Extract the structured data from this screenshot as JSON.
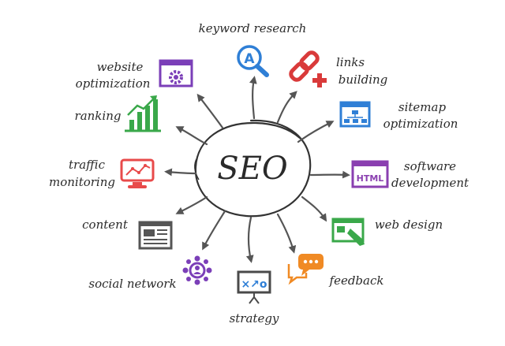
{
  "center": {
    "label": "SEO"
  },
  "nodes": {
    "keyword_research": {
      "label": "keyword research",
      "icon": "magnifier-letter-icon",
      "icon_letter": "A",
      "color": "#2f7fd6"
    },
    "links_building": {
      "label_lines": [
        "links",
        "building"
      ],
      "icon": "chain-link-plus-icon",
      "color": "#d93a3a"
    },
    "sitemap_optimization": {
      "label_lines": [
        "sitemap",
        "optimization"
      ],
      "icon": "sitemap-icon",
      "color": "#2f7fd6"
    },
    "software_development": {
      "label_lines": [
        "software",
        "development"
      ],
      "icon": "html-window-icon",
      "icon_text": "HTML",
      "color": "#8a3fb0"
    },
    "web_design": {
      "label": "web design",
      "icon": "design-pencil-icon",
      "color": "#3aa84a"
    },
    "feedback": {
      "label": "feedback",
      "icon": "chat-bubble-icon",
      "color": "#f08a24"
    },
    "strategy": {
      "label": "strategy",
      "icon": "strategy-board-icon",
      "color": "#4a4a4a"
    },
    "social_network": {
      "label": "social network",
      "icon": "network-people-icon",
      "color": "#7b3fb8"
    },
    "content": {
      "label": "content",
      "icon": "document-page-icon",
      "color": "#555555"
    },
    "traffic_monitoring": {
      "label_lines": [
        "traffic",
        "monitoring"
      ],
      "icon": "monitor-graph-icon",
      "color": "#e84a4a"
    },
    "ranking": {
      "label": "ranking",
      "icon": "bar-chart-icon",
      "color": "#3aa84a"
    },
    "website_optimization": {
      "label_lines": [
        "website",
        "optimization"
      ],
      "icon": "browser-gear-icon",
      "color": "#7b3fb8"
    }
  }
}
